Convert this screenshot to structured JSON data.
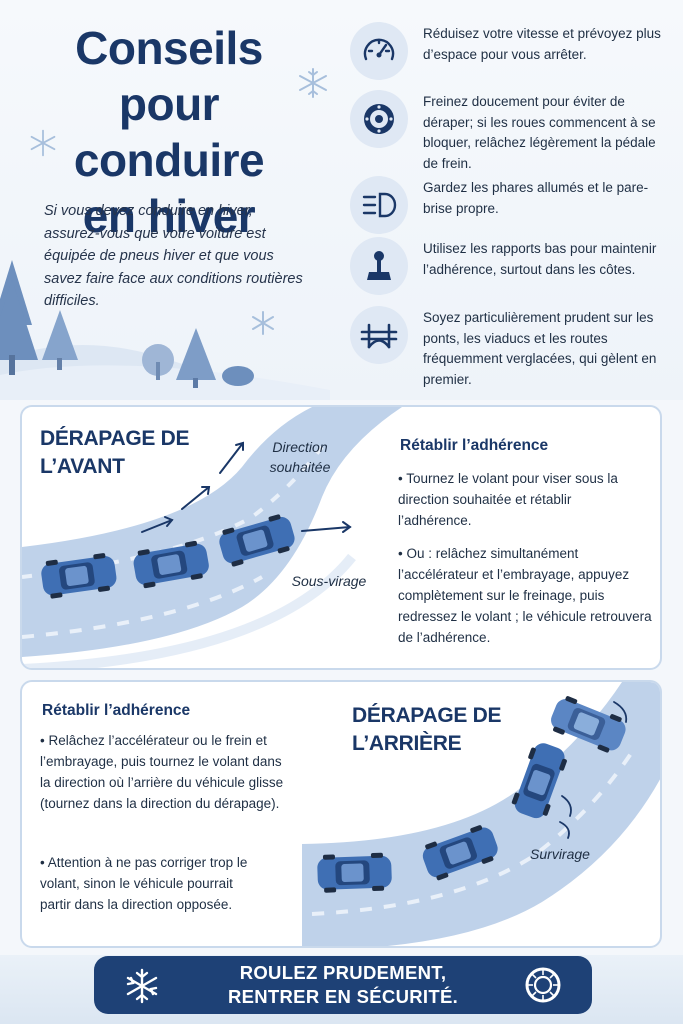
{
  "title": {
    "line1": "Conseils pour",
    "line2": "conduire",
    "line3": "en hiver"
  },
  "intro": "Si vous devez conduire en hiver, assurez-vous que votre voiture est équipée de pneus hiver et que vous savez faire face aux conditions routières difficiles.",
  "tips": [
    {
      "icon": "speedometer-icon",
      "text": "Réduisez votre vitesse et prévoyez plus d’espace pour vous arrêter."
    },
    {
      "icon": "brake-disc-icon",
      "text": "Freinez doucement pour éviter de déraper; si les roues commencent à se bloquer, relâchez légèrement la pédale de frein."
    },
    {
      "icon": "headlight-icon",
      "text": "Gardez les phares allumés et le pare-brise propre."
    },
    {
      "icon": "gear-shift-icon",
      "text": "Utilisez les rapports bas pour maintenir l’adhérence, surtout dans les côtes."
    },
    {
      "icon": "bridge-icon",
      "text": "Soyez particulièrement prudent sur les ponts, les viaducs et les routes fréquemment verglacées, qui gèlent en premier."
    }
  ],
  "front_skid": {
    "title_line1": "DÉRAPAGE DE",
    "title_line2": "L’AVANT",
    "direction_label_line1": "Direction",
    "direction_label_line2": "souhaitée",
    "understeer_label": "Sous-virage",
    "heading": "Rétablir l’adhérence",
    "point1": "• Tournez le volant pour viser sous la direction souhaitée et rétablir l’adhérence.",
    "point2": "• Ou : relâchez simultanément l’accélérateur et l’embrayage, appuyez complètement sur le freinage, puis redressez le volant ; le véhicule retrouvera de l’adhérence."
  },
  "rear_skid": {
    "title_line1": "DÉRAPAGE DE",
    "title_line2": "L’ARRIÈRE",
    "oversteer_label": "Survirage",
    "heading": "Rétablir l’adhérence",
    "point1": "• Relâchez l’accélérateur ou le frein et l’embrayage, puis tournez le volant dans la direction où l’arrière du véhicule glisse (tournez dans la direction du dérapage).",
    "point2": "• Attention à ne pas corriger trop le volant, sinon le véhicule pourrait partir dans la direction opposée."
  },
  "banner": {
    "line1": "ROULEZ PRUDEMENT,",
    "line2": "RENTRER EN SÉCURITÉ.",
    "left_icon": "snowflake-icon",
    "right_icon": "winter-tire-icon"
  },
  "colors": {
    "navy": "#1a3767",
    "banner": "#1e4176",
    "car": "#3f6fb4",
    "road": "#bfd2ea",
    "icon_bg": "#dfe8f4"
  }
}
